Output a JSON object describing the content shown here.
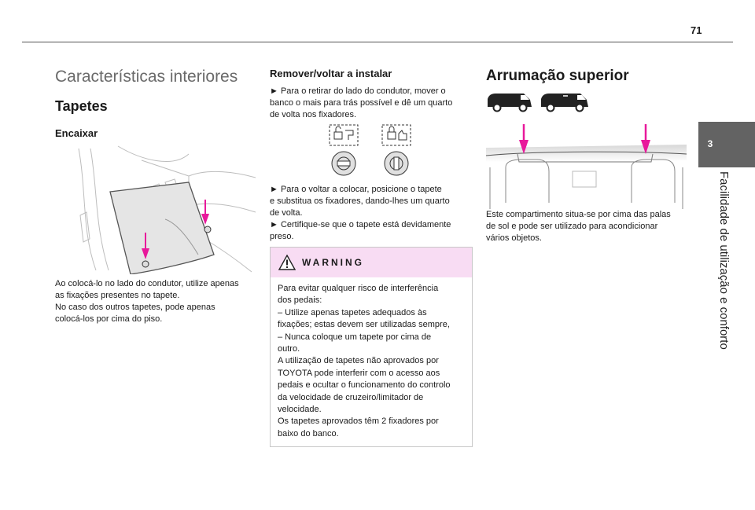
{
  "page": {
    "number": "71"
  },
  "side_tab": {
    "number": "3",
    "title": "Facilidade de utilização e conforto"
  },
  "left": {
    "section_title": "Características interiores",
    "heading": "Tapetes",
    "subheading": "Encaixar",
    "paragraphs": [
      "Ao colocá-lo no lado do condutor, utilize apenas",
      "as fixações presentes no tapete.",
      "No caso dos outros tapetes, pode apenas",
      "colocá-los por cima do piso."
    ]
  },
  "middle": {
    "heading": "Remover/voltar a instalar",
    "para1": [
      "► Para o retirar do lado do condutor, mover o",
      "banco o mais para trás possível e dê um quarto",
      "de volta nos fixadores."
    ],
    "para2": [
      "► Para o voltar a colocar, posicione o tapete",
      "e substitua os fixadores, dando-lhes um quarto",
      "de volta.",
      "► Certifique-se que o tapete está devidamente",
      "preso."
    ],
    "warning": {
      "title": "WARNING",
      "lines": [
        "Para evitar qualquer risco de interferência",
        "dos pedais:",
        "– Utilize apenas tapetes adequados às",
        "fixações; estas devem ser utilizadas sempre,",
        "– Nunca coloque um tapete por cima de",
        "outro.",
        "A utilização de tapetes não aprovados por",
        "TOYOTA pode interferir com o acesso aos",
        "pedais e ocultar o funcionamento do controlo",
        "da velocidade de cruzeiro/limitador de",
        "velocidade.",
        "Os tapetes aprovados têm 2 fixadores por",
        "baixo do banco."
      ]
    }
  },
  "right": {
    "heading": "Arrumação superior",
    "lines": [
      "Este compartimento situa-se por cima das palas",
      "de sol e pode ser utilizado para acondicionar",
      "vários objetos."
    ]
  },
  "colors": {
    "accent_pink": "#e8199b",
    "warning_bg": "#f8dcf3",
    "tab_gray": "#636363"
  }
}
